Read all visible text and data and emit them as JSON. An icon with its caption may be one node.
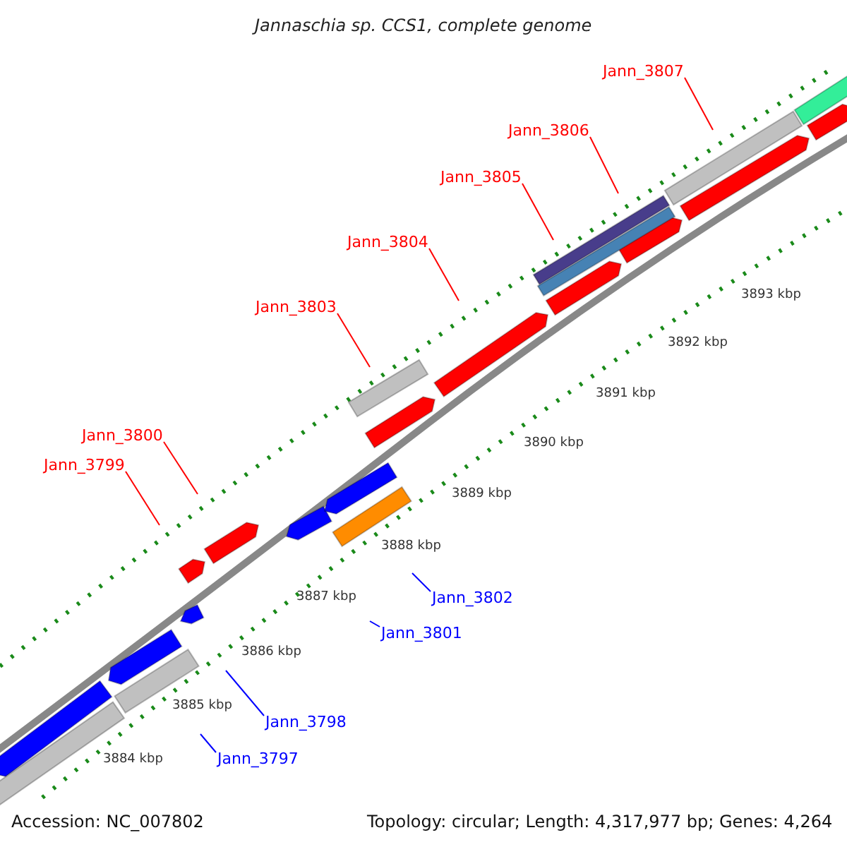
{
  "diagram": {
    "title": "Jannaschia sp. CCS1, complete genome",
    "nodes": [
      {
        "text": [
          "Jann_3807"
        ]
      },
      {
        "text": [
          "Jann_3806"
        ]
      },
      {
        "text": [
          "Jann_3805"
        ]
      },
      {
        "text": [
          "Jann_3804"
        ]
      },
      {
        "text": [
          "Jann_3803"
        ]
      },
      {
        "text": [
          "Jann_3800"
        ]
      },
      {
        "text": [
          "Jann_3799"
        ]
      },
      {
        "text": [
          "Jann_3802"
        ]
      },
      {
        "text": [
          "Jann_3801"
        ]
      },
      {
        "text": [
          "Jann_3798"
        ]
      },
      {
        "text": [
          "Jann_3797"
        ]
      }
    ],
    "edges": [
      {
        "from": 0,
        "to": null,
        "arrow": "none"
      },
      {
        "from": 1,
        "to": null,
        "arrow": "none"
      },
      {
        "from": 2,
        "to": null,
        "arrow": "none"
      },
      {
        "from": 3,
        "to": null,
        "arrow": "none"
      },
      {
        "from": 4,
        "to": null,
        "arrow": "none"
      },
      {
        "from": 5,
        "to": null,
        "arrow": "none"
      },
      {
        "from": 6,
        "to": null,
        "arrow": "none"
      },
      {
        "from": 7,
        "to": null,
        "arrow": "none",
        "color": "#0000ff"
      },
      {
        "from": 8,
        "to": null,
        "arrow": "none",
        "color": "#0000ff"
      },
      {
        "from": 9,
        "to": null,
        "arrow": "none",
        "color": "#0000ff"
      },
      {
        "from": 10,
        "to": null,
        "arrow": "none",
        "color": "#0000ff"
      }
    ],
    "labels": [
      "3893 kbp",
      "3892 kbp",
      "3891 kbp",
      "3890 kbp",
      "3889 kbp",
      "3888 kbp",
      "3887 kbp",
      "3886 kbp",
      "3885 kbp",
      "3884 kbp",
      "Accession: NC_007802",
      "Topology: circular; Length: 4,317,977 bp; Genes: 4,264"
    ]
  }
}
